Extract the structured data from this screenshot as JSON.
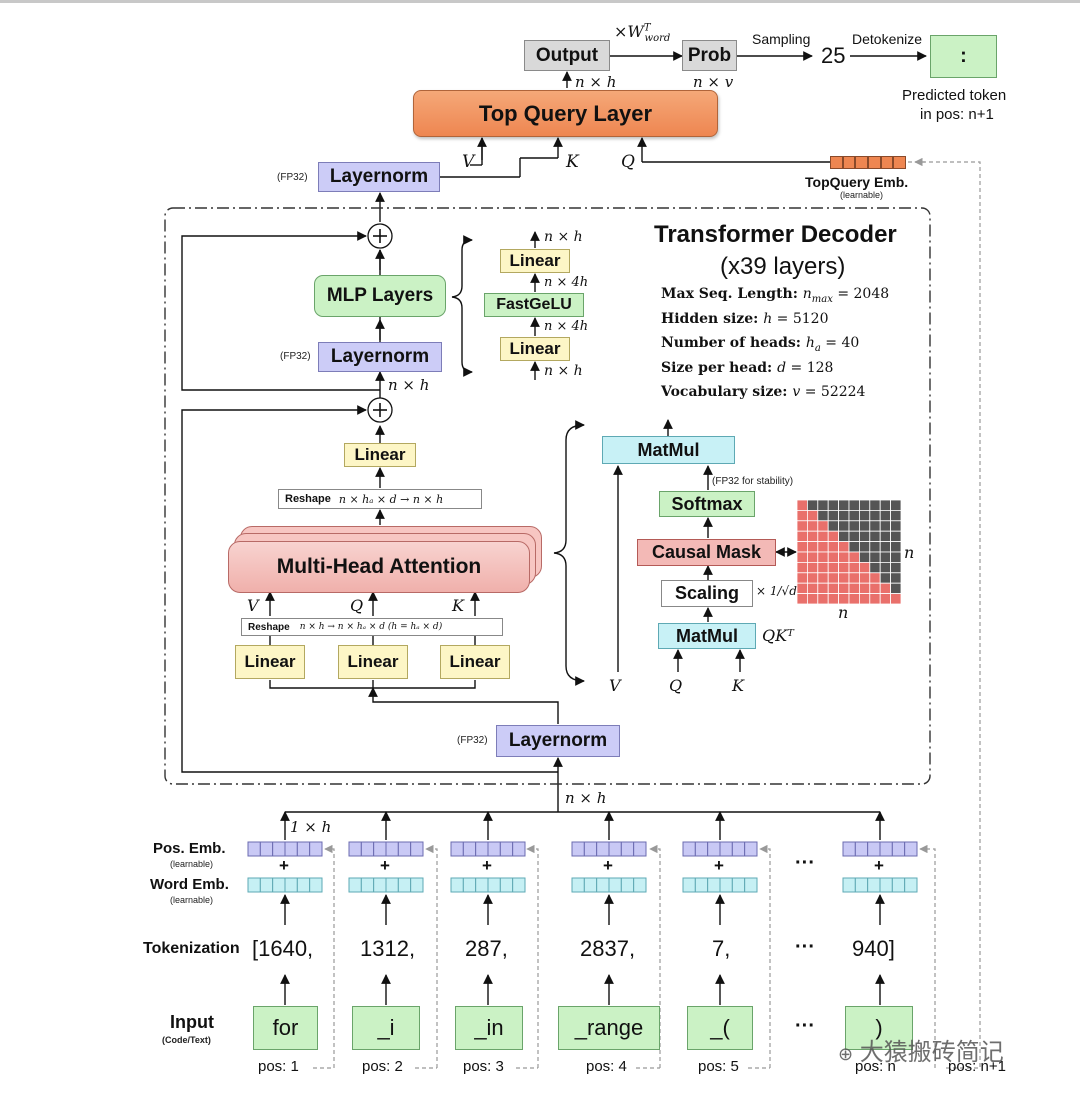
{
  "header": {
    "output": "Output",
    "prob": "Prob",
    "weight_label": "×W",
    "weight_sup": "T",
    "weight_sub": "word",
    "sampling": "Sampling",
    "sampled_value": "25",
    "detokenize": "Detokenize",
    "predicted_char": ":",
    "predicted_line1": "Predicted token",
    "predicted_line2": "in pos: n+1",
    "output_dim": "n × h",
    "prob_dim": "n × v"
  },
  "top_query": {
    "title": "Top Query Layer",
    "v": "V",
    "k": "K",
    "q": "Q",
    "layernorm": "Layernorm",
    "fp32": "(FP32)",
    "emb_label": "TopQuery Emb.",
    "emb_sub": "(learnable)"
  },
  "decoder": {
    "title": "Transformer Decoder",
    "subtitle": "(x39 layers)",
    "specs": [
      {
        "label": "Max Seq. Length: ",
        "value": "n",
        "sub": "max",
        "rest": " = 2048"
      },
      {
        "label": "Hidden size: ",
        "value": "h",
        "sub": "",
        "rest": " = 5120"
      },
      {
        "label": "Number of heads: ",
        "value": "h",
        "sub": "a",
        "rest": " = 40"
      },
      {
        "label": "Size per head: ",
        "value": "d",
        "sub": "",
        "rest": " = 128"
      },
      {
        "label": "Vocabulary size: ",
        "value": "v",
        "sub": "",
        "rest": " = 52224"
      }
    ],
    "mlp": "MLP Layers",
    "layernorm": "Layernorm",
    "fp32": "(FP32)",
    "nh": "n × h",
    "mlp_detail": {
      "linear_top": "Linear",
      "gelu": "FastGeLU",
      "linear_bottom": "Linear",
      "top_dim": "n × h",
      "mid_dim1": "n × 4h",
      "mid_dim2": "n × 4h",
      "bottom_dim": "n × h"
    },
    "linear_out": "Linear",
    "reshape_top_label": "Reshape",
    "reshape_top_expr": "n × hₐ × d → n × h",
    "mha": "Multi-Head Attention",
    "v": "V",
    "q": "Q",
    "k": "K",
    "reshape_bottom_label": "Reshape",
    "reshape_bottom_expr": "n × h → n × hₐ × d  (h = hₐ × d)",
    "linears": [
      "Linear",
      "Linear",
      "Linear"
    ],
    "layernorm_bottom": "Layernorm",
    "fp32_bottom": "(FP32)",
    "attention_detail": {
      "matmul_top": "MatMul",
      "fp32_note": "(FP32 for stability)",
      "softmax": "Softmax",
      "causal_mask": "Causal Mask",
      "scaling": "Scaling",
      "scale_factor": "× 1/√d",
      "matmul_bottom": "MatMul",
      "qk": "QKᵀ",
      "v": "V",
      "q": "Q",
      "k": "K",
      "mask_n_right": "n",
      "mask_n_bottom": "n",
      "mask_size": 10
    }
  },
  "embedding": {
    "nh": "n × h",
    "one_h": "1 × h",
    "pos_emb": "Pos. Emb.",
    "pos_emb_sub": "(learnable)",
    "word_emb": "Word Emb.",
    "word_emb_sub": "(learnable)",
    "plus": "+",
    "ellipsis": "···"
  },
  "tokenization": {
    "label": "Tokenization",
    "tokens": [
      "[1640,",
      "1312,",
      "287,",
      "2837,",
      "7,",
      "···",
      "940]"
    ]
  },
  "input": {
    "label": "Input",
    "sub": "(Code/Text)",
    "tokens": [
      "for",
      "_i",
      "_in",
      "_range",
      "_(",
      "···",
      ")"
    ],
    "positions": [
      "pos: 1",
      "pos: 2",
      "pos: 3",
      "pos: 4",
      "pos: 5",
      "",
      "pos: n",
      "pos: n+1"
    ]
  },
  "watermark": "大猿搬砖简记",
  "colors": {
    "orange": "#ee8651",
    "purple": "#ccccf7",
    "green": "#cbf2c5",
    "yellow": "#fdf6c6",
    "cyan": "#c8f1f6",
    "pink": "#f3b9b6",
    "mask_red": "#e9706b",
    "mask_dark": "#555555"
  }
}
